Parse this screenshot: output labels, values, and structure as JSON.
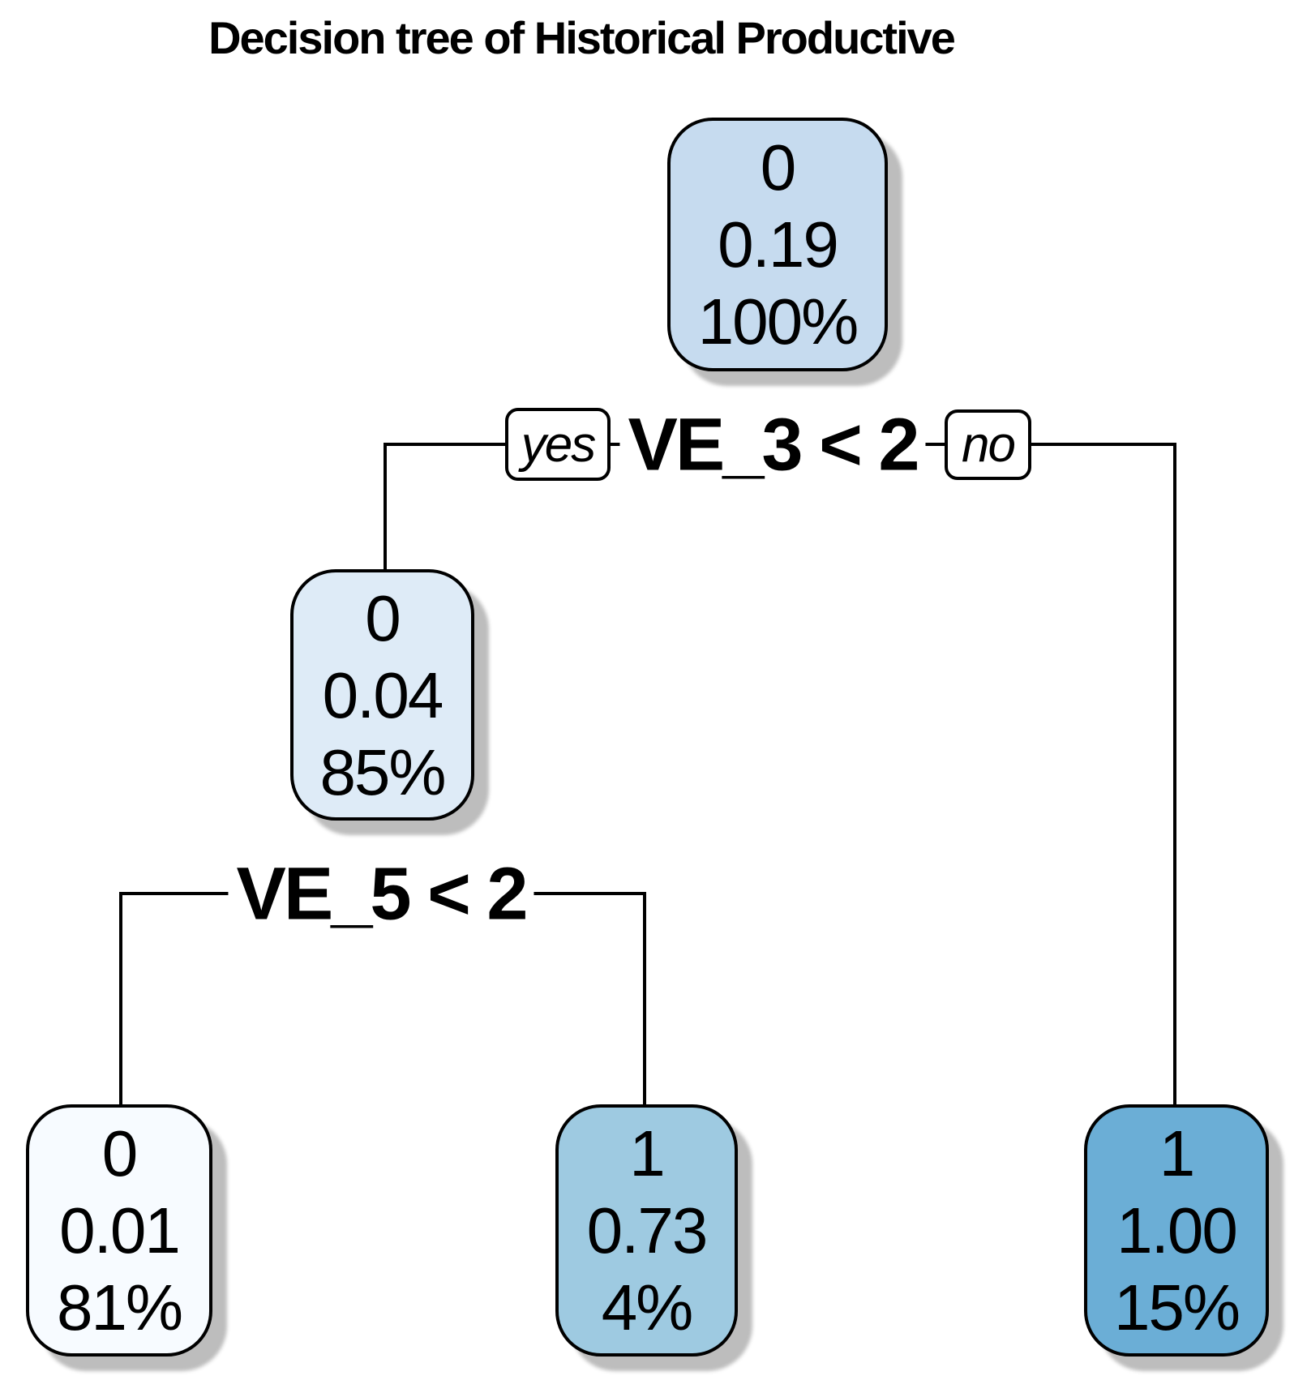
{
  "title": "Decision tree of Historical Productive",
  "palette": {
    "node_border": "#000000",
    "branch_line": "#000000",
    "shadow": "#bdbdbd",
    "text": "#000000"
  },
  "tree": {
    "nodes": [
      {
        "id": "root",
        "class_label": "0",
        "prob": "0.19",
        "pct": "100%",
        "fill": "#C6DBEF"
      },
      {
        "id": "node-85",
        "class_label": "0",
        "prob": "0.04",
        "pct": "85%",
        "fill": "#DEEBF7"
      },
      {
        "id": "leaf-81",
        "class_label": "0",
        "prob": "0.01",
        "pct": "81%",
        "fill": "#F7FBFF"
      },
      {
        "id": "leaf-4",
        "class_label": "1",
        "prob": "0.73",
        "pct": "4%",
        "fill": "#9ECAE1"
      },
      {
        "id": "leaf-15",
        "class_label": "1",
        "prob": "1.00",
        "pct": "15%",
        "fill": "#6BAED6"
      }
    ],
    "splits": [
      {
        "condition": "VE_3 < 2",
        "yes_label": "yes",
        "no_label": "no"
      },
      {
        "condition": "VE_5 < 2"
      }
    ]
  }
}
